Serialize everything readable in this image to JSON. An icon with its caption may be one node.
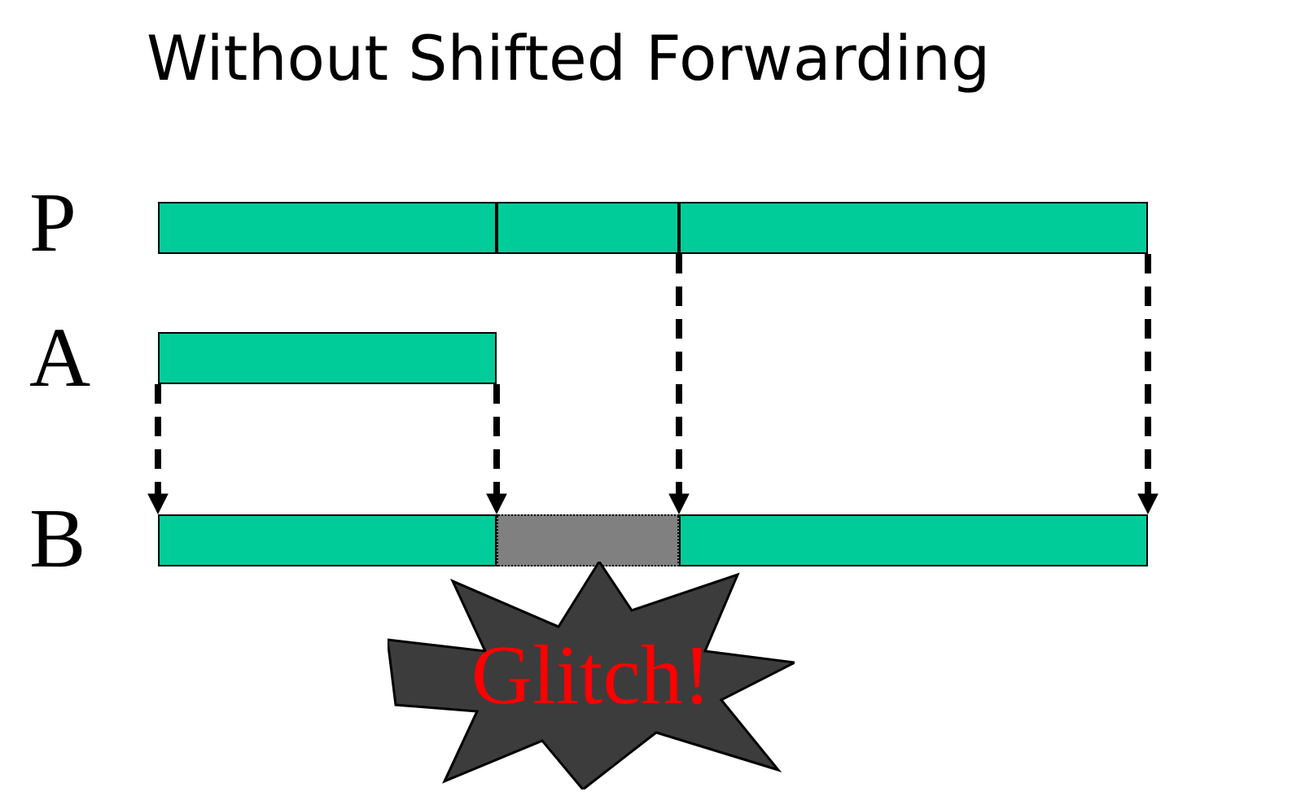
{
  "diagram": {
    "title": "Without Shifted Forwarding",
    "nodes": [
      {
        "text": [],
        "shape": "bar"
      },
      {
        "text": [],
        "shape": "bar"
      },
      {
        "text": [],
        "shape": "bar"
      },
      {
        "text": [],
        "shape": "bar"
      },
      {
        "text": [],
        "shape": "bar"
      },
      {
        "text": [],
        "shape": "bar"
      },
      {
        "text": [],
        "shape": "bar"
      },
      {
        "text": [
          "Glitch!"
        ]
      }
    ],
    "edges": [
      {
        "from": 3,
        "to": 4,
        "arrow": "to",
        "style": "dashed"
      },
      {
        "from": 3,
        "to": 4,
        "arrow": "to",
        "style": "dashed"
      },
      {
        "from": 1,
        "to": 6,
        "arrow": "to",
        "style": "dashed"
      },
      {
        "from": 2,
        "to": 6,
        "arrow": "to",
        "style": "dashed"
      }
    ],
    "labels": [
      "P",
      "A",
      "B"
    ]
  }
}
